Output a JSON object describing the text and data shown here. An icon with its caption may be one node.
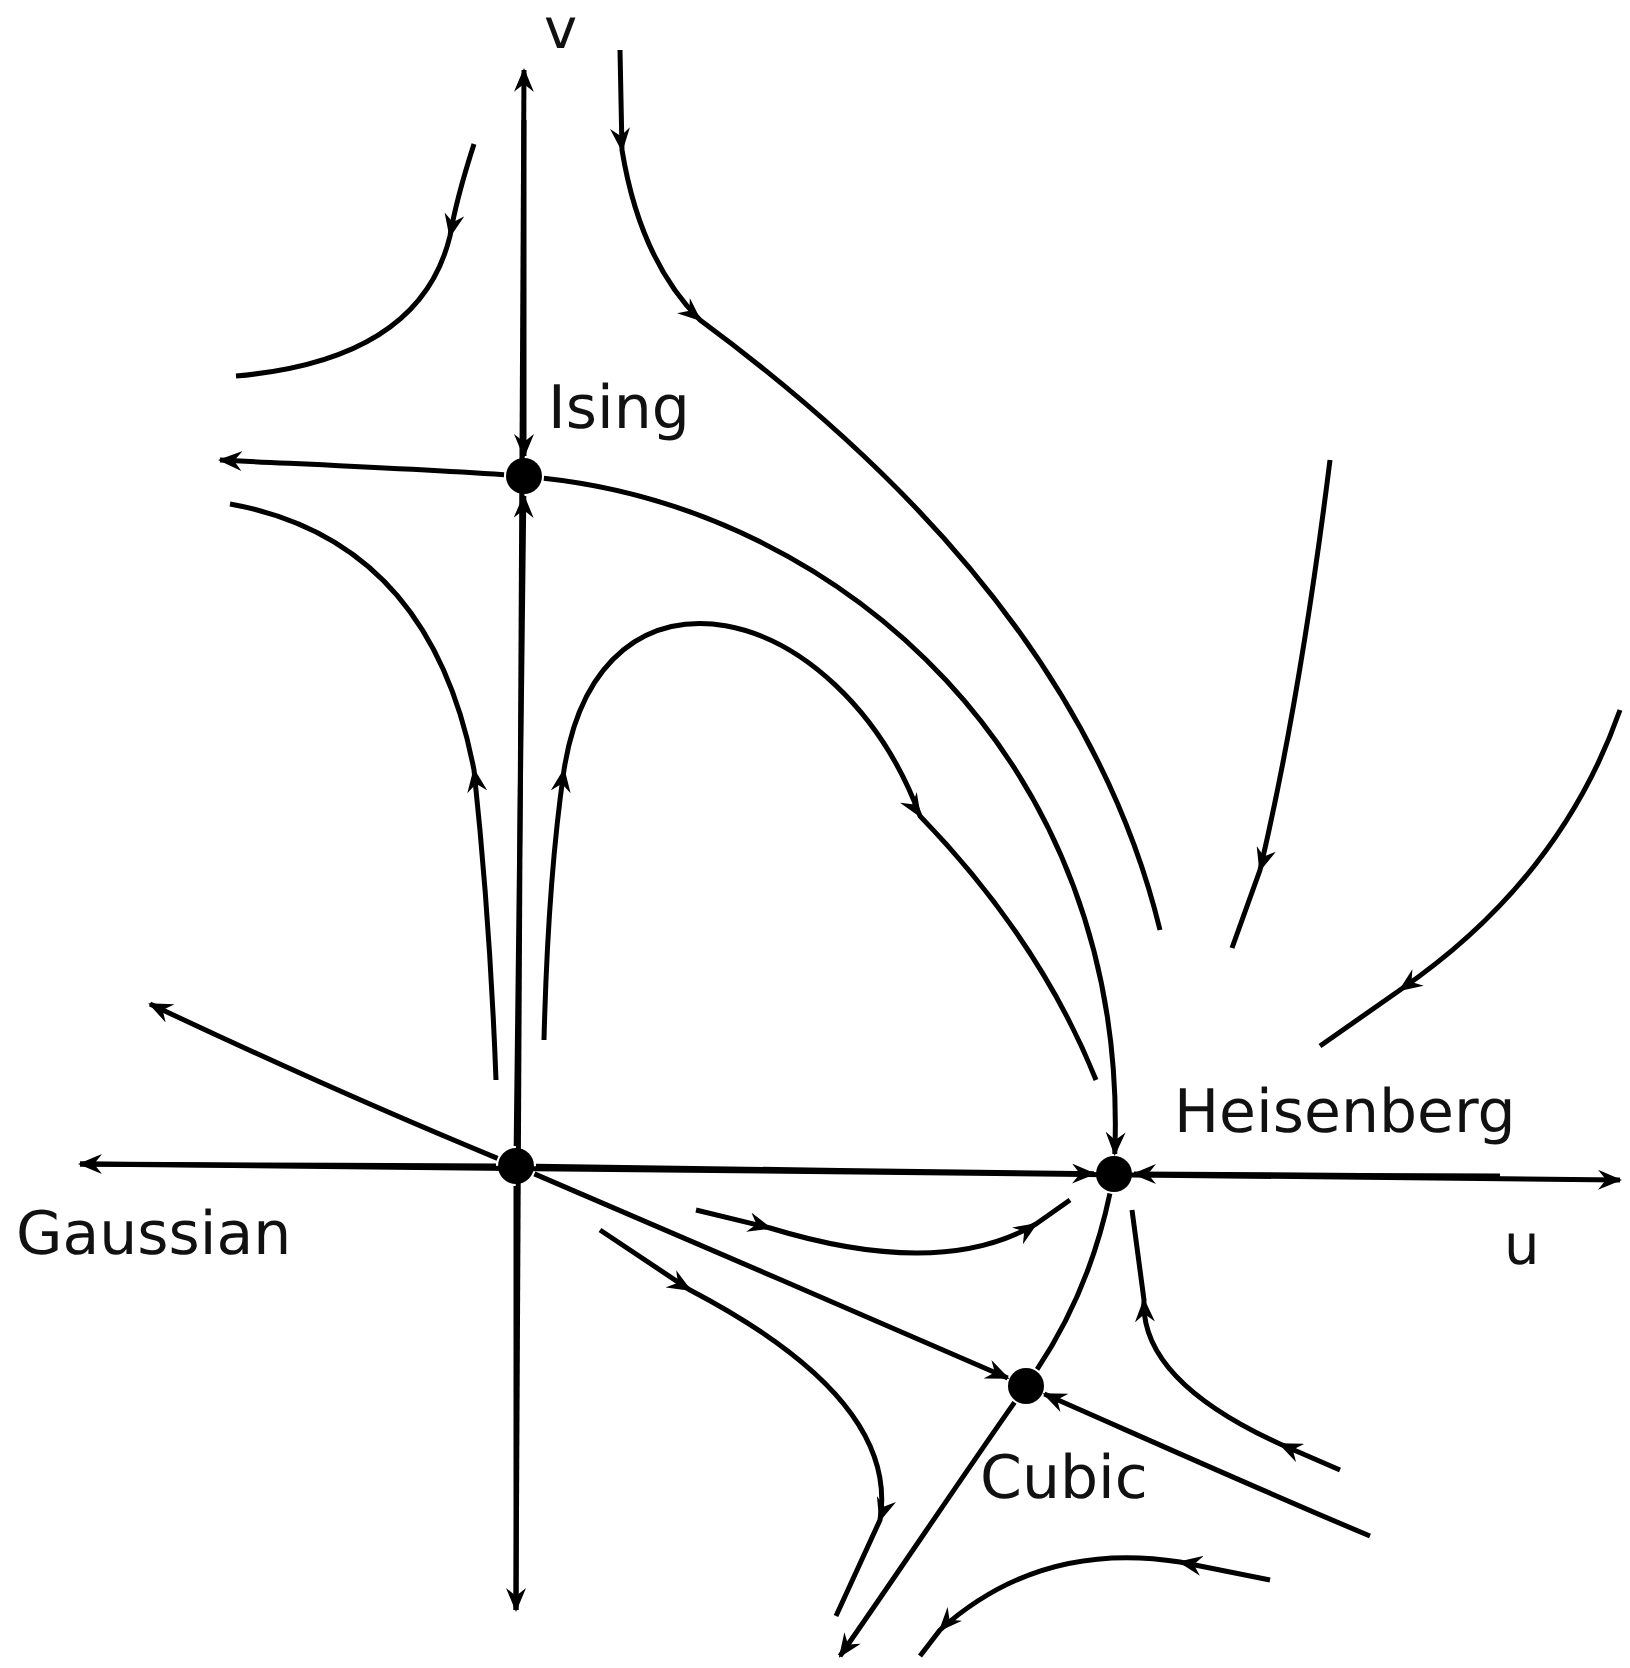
{
  "diagram": {
    "nodes": [
      {
        "text": [
          "Ising"
        ]
      },
      {
        "text": [
          "Heisenberg"
        ]
      },
      {
        "text": [
          "Gaussian"
        ]
      },
      {
        "text": [
          "Cubic"
        ]
      }
    ],
    "edges": [
      {
        "from": null,
        "to": 0,
        "arrow": "to"
      },
      {
        "from": 0,
        "to": null,
        "arrow": "to"
      },
      {
        "from": 0,
        "to": 1,
        "arrow": "to"
      },
      {
        "from": 2,
        "to": 0,
        "arrow": "to"
      },
      {
        "from": 2,
        "to": null,
        "arrow": "to"
      },
      {
        "from": 2,
        "to": null,
        "arrow": "to"
      },
      {
        "from": 2,
        "to": null,
        "arrow": "to"
      },
      {
        "from": 2,
        "to": 1,
        "arrow": "to"
      },
      {
        "from": 2,
        "to": 3,
        "arrow": "to"
      },
      {
        "from": null,
        "to": 1,
        "arrow": "to"
      },
      {
        "from": 1,
        "to": 3,
        "arrow": "none"
      },
      {
        "from": 3,
        "to": null,
        "arrow": "to"
      },
      {
        "from": null,
        "to": 3,
        "arrow": "to"
      }
    ],
    "labels": [
      "v",
      "u"
    ]
  }
}
